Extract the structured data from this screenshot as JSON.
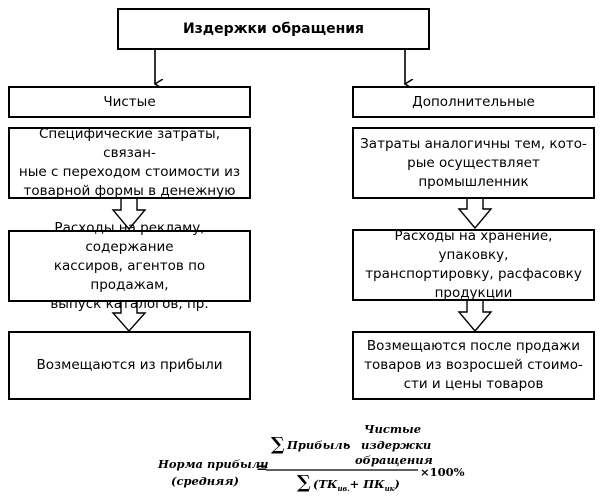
{
  "diagram": {
    "title": "Издержки обращения",
    "left": {
      "header": "Чистые",
      "box1": "Специфические затраты, связан-\nные с переходом стоимости из\nтоварной формы в денежную",
      "box2": "Расходы на рекламу, содержание\nкассиров, агентов по продажам,\nвыпуск каталогов, пр.",
      "box3": "Возмещаются из прибыли"
    },
    "right": {
      "header": "Дополнительные",
      "box1": "Затраты аналогичны тем, кото-\nрые осуществляет\nпромышленник",
      "box2": "Расходы на хранение, упаковку,\nтранспортировку, расфасовку\nпродукции",
      "box3": "Возмещаются после продажи\nтоваров из возросшей стоимо-\nсти и цены товаров"
    }
  },
  "formula": {
    "lhs_line1": "Норма прибыли",
    "lhs_line2": "(средняя)",
    "equals": "=",
    "sum": "∑",
    "numerator_word": "Прибыль",
    "minus": "–",
    "chistye_line1": "Чистые",
    "chistye_line2": "издержки",
    "chistye_line3": "обращения",
    "denominator_open": "(ТК",
    "denominator_sub1": "ив.",
    "denominator_plus": "+ ПК",
    "denominator_sub2": "ик",
    "denominator_close": ")",
    "times100": "×100%"
  }
}
